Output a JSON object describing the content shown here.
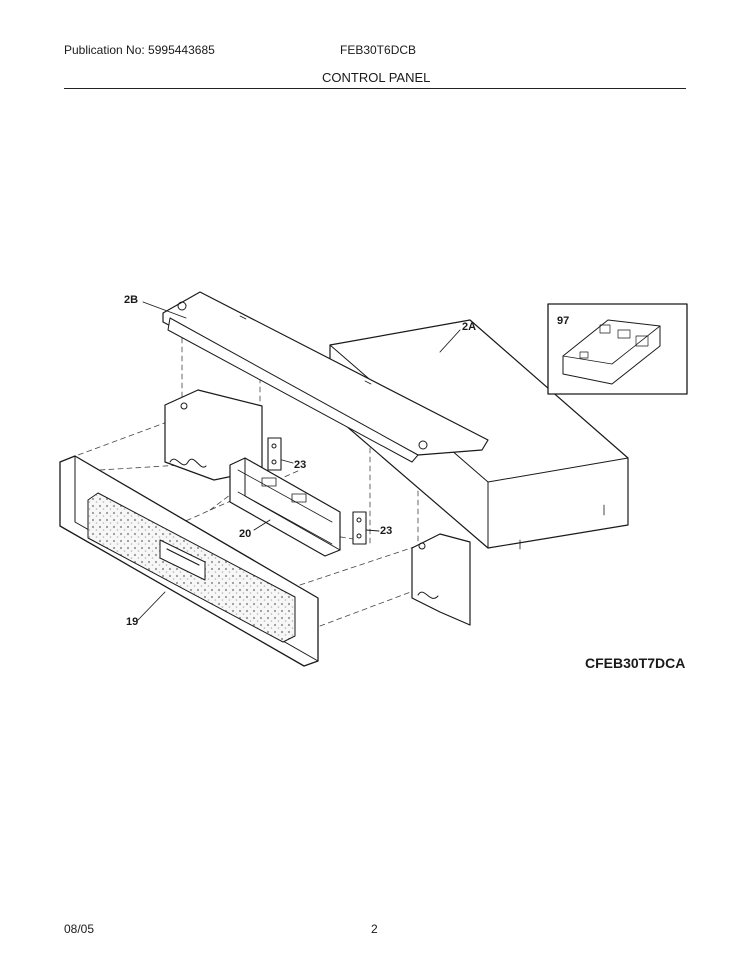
{
  "header": {
    "publication": "Publication No: 5995443685",
    "model": "FEB30T6DCB",
    "section_title": "CONTROL PANEL"
  },
  "diagram": {
    "callouts": {
      "end_cap_left": "2B",
      "top_cover": "2A",
      "board_kit": "97",
      "bracket_upper": "23",
      "bracket_lower": "23",
      "control_board": "20",
      "panel_front": "19"
    },
    "code": "CFEB30T7DCA"
  },
  "footer": {
    "date": "08/05",
    "page": "2"
  }
}
